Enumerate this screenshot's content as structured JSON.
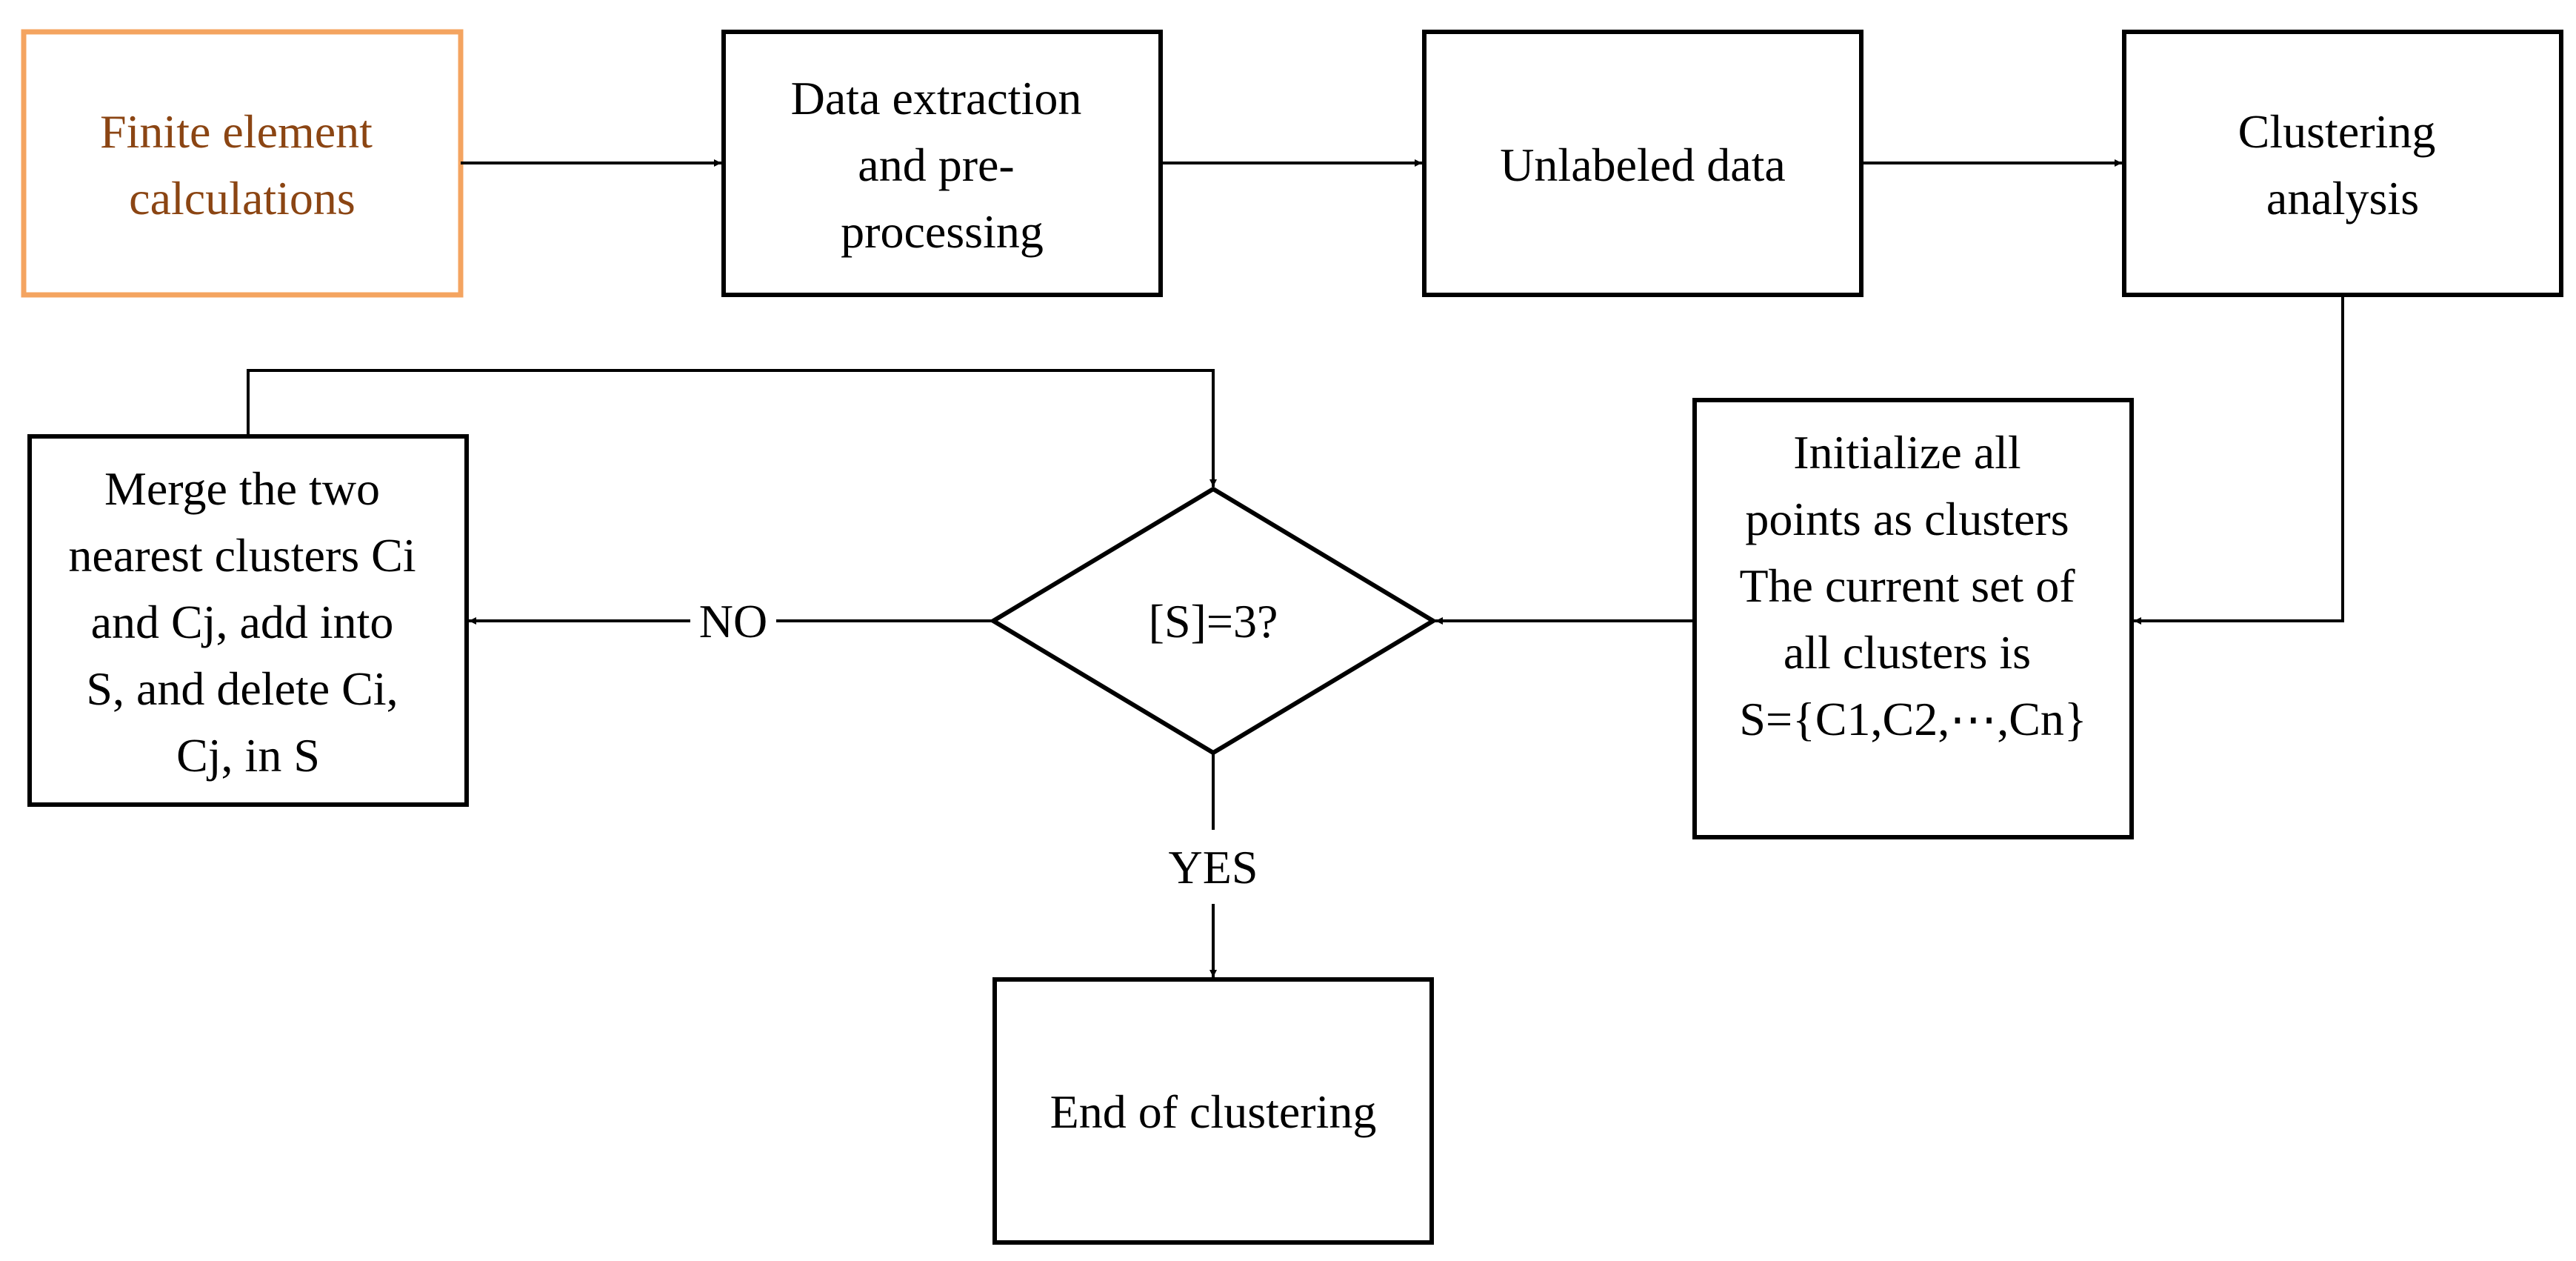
{
  "colors": {
    "accent_border": "#f4a460",
    "accent_text": "#8b4513",
    "stroke": "#000000",
    "background": "#ffffff"
  },
  "nodes": {
    "finite_element": {
      "lines": [
        "Finite element",
        "calculations"
      ]
    },
    "data_extraction": {
      "lines": [
        "Data extraction",
        "and pre-",
        "processing"
      ]
    },
    "unlabeled_data": {
      "lines": [
        "Unlabeled data"
      ]
    },
    "clustering_analysis": {
      "lines": [
        "Clustering",
        "analysis"
      ]
    },
    "initialize": {
      "lines": [
        "Initialize all",
        "points as clusters",
        "The current set of",
        "all clusters is",
        "S={C1,C2,⋯,Cn}"
      ]
    },
    "decision": {
      "lines": [
        "[S]=3?"
      ]
    },
    "merge": {
      "lines": [
        "Merge the two",
        "nearest clusters Ci",
        "and Cj, add into",
        "S, and delete Ci,",
        "Cj, in S"
      ]
    },
    "end": {
      "lines": [
        "End of clustering"
      ]
    }
  },
  "edge_labels": {
    "no": "NO",
    "yes": "YES"
  }
}
